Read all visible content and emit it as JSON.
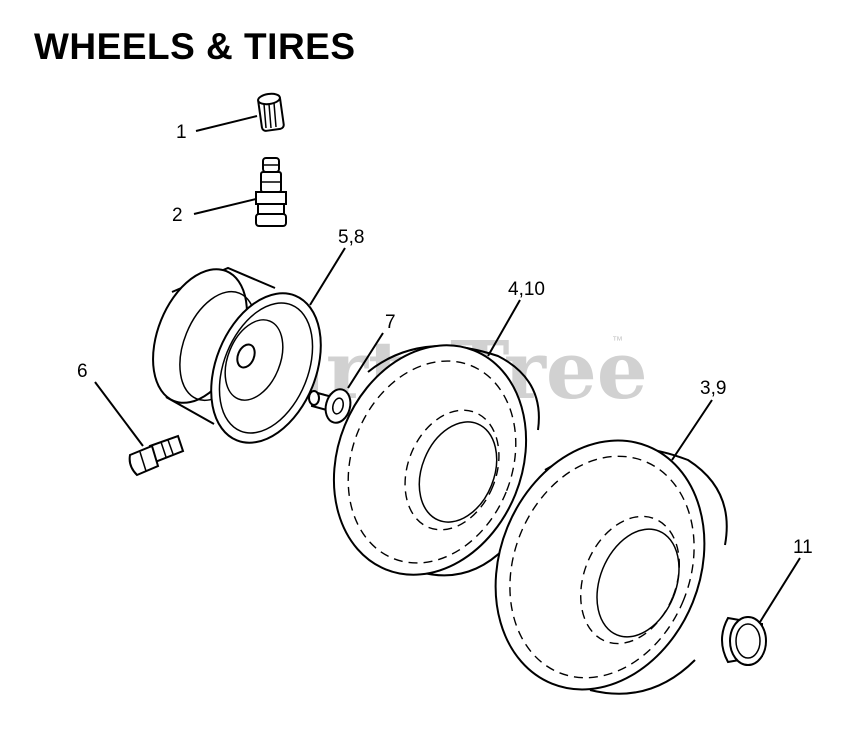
{
  "title": "WHEELS & TIRES",
  "watermark": {
    "text": "PartsTree",
    "mark": "™"
  },
  "callouts": [
    {
      "id": "1",
      "label": "1",
      "part": "valve-cap"
    },
    {
      "id": "2",
      "label": "2",
      "part": "valve-stem"
    },
    {
      "id": "5-8",
      "label": "5,8",
      "part": "wheel-rim"
    },
    {
      "id": "6",
      "label": "6",
      "part": "grease-fitting"
    },
    {
      "id": "7",
      "label": "7",
      "part": "bushing"
    },
    {
      "id": "4-10",
      "label": "4,10",
      "part": "front-tire"
    },
    {
      "id": "3-9",
      "label": "3,9",
      "part": "rear-tire"
    },
    {
      "id": "11",
      "label": "11",
      "part": "hub-cap"
    }
  ]
}
